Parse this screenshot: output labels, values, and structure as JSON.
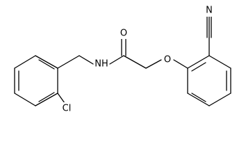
{
  "molecule": {
    "atom_labels": {
      "nitrogen_amide": "NH",
      "oxygen_carbonyl": "O",
      "oxygen_ether": "O",
      "nitrogen_nitrile": "N",
      "chlorine": "Cl"
    },
    "colors": {
      "bond": "#000000",
      "label": "#000000",
      "background": "#ffffff"
    }
  }
}
